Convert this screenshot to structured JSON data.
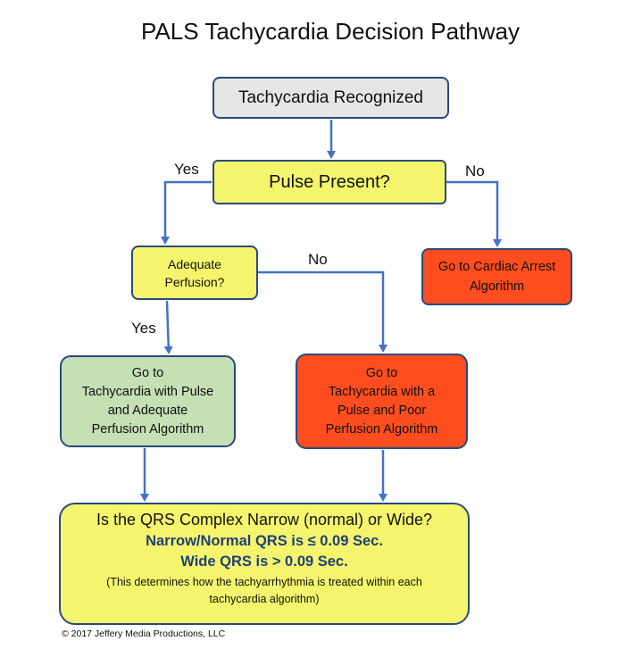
{
  "title": "PALS Tachycardia Decision Pathway",
  "nodes": {
    "start": "Tachycardia Recognized",
    "pulse": "Pulse Present?",
    "perfusion": [
      "Adequate",
      "Perfusion?"
    ],
    "cardiac_arrest": [
      "Go to Cardiac Arrest",
      "Algorithm"
    ],
    "adequate_perfusion": [
      "Go to",
      "Tachycardia with Pulse",
      "and Adequate",
      "Perfusion Algorithm"
    ],
    "poor_perfusion": [
      "Go to",
      "Tachycardia with a",
      "Pulse and Poor",
      "Perfusion Algorithm"
    ],
    "qrs": {
      "question": "Is the QRS Complex Narrow (normal) or Wide?",
      "narrow": "Narrow/Normal QRS is ≤ 0.09 Sec.",
      "wide": "Wide QRS is > 0.09 Sec.",
      "note": [
        "(This determines how the tachyarrhythmia is treated within each",
        "tachycardia algorithm)"
      ]
    }
  },
  "edge_labels": {
    "pulse_yes": "Yes",
    "pulse_no": "No",
    "perfusion_no": "No",
    "perfusion_yes": "Yes"
  },
  "copyright": "© 2017 Jeffery Media Productions, LLC",
  "colors": {
    "connector": "#4472c4",
    "yellow": "#f5f56d",
    "red": "#ff4d1f",
    "green": "#c5e0b4",
    "gray": "#e6e6e6",
    "accent_text": "#1f3f78"
  }
}
